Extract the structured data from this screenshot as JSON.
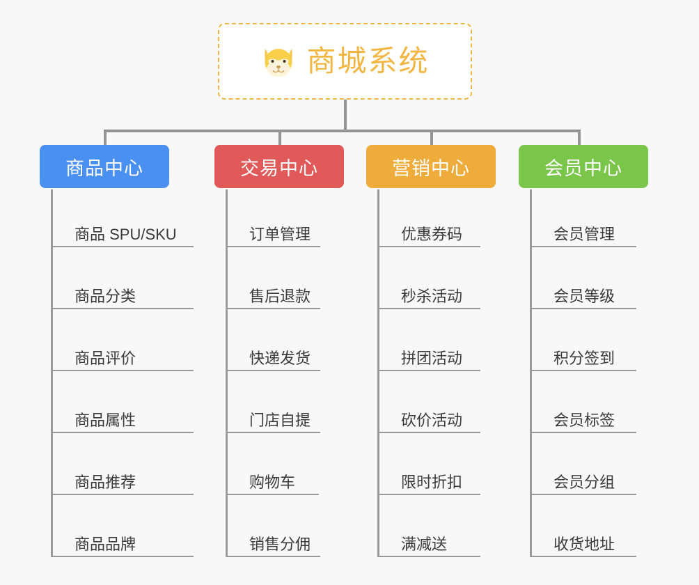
{
  "diagram": {
    "title": "商城系统",
    "root_icon": "shiba-dog-icon",
    "background_color": "#f8f8f8",
    "root_border_color": "#f0b64a",
    "root_text_color": "#f2b642",
    "connector_color": "#949494",
    "branches": [
      {
        "label": "商品中心",
        "color": "#4a90f0",
        "items": [
          "商品 SPU/SKU",
          "商品分类",
          "商品评价",
          "商品属性",
          "商品推荐",
          "商品品牌"
        ]
      },
      {
        "label": "交易中心",
        "color": "#e15a5a",
        "items": [
          "订单管理",
          "售后退款",
          "快递发货",
          "门店自提",
          "购物车",
          "销售分佣"
        ]
      },
      {
        "label": "营销中心",
        "color": "#eeac3c",
        "items": [
          "优惠券码",
          "秒杀活动",
          "拼团活动",
          "砍价活动",
          "限时折扣",
          "满减送"
        ]
      },
      {
        "label": "会员中心",
        "color": "#7ac64a",
        "items": [
          "会员管理",
          "会员等级",
          "积分签到",
          "会员标签",
          "会员分组",
          "收货地址"
        ]
      }
    ]
  }
}
